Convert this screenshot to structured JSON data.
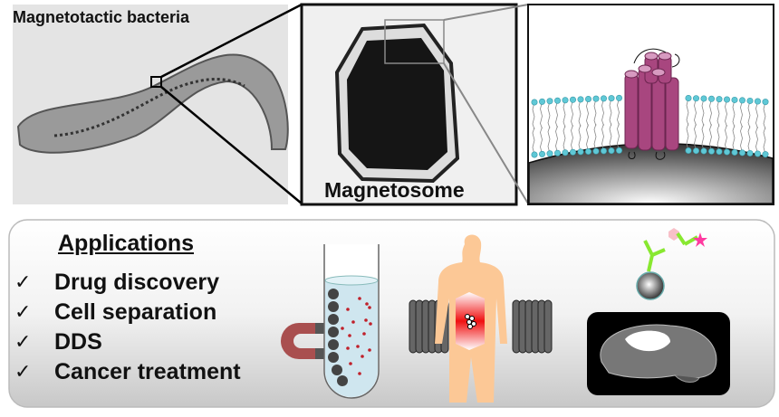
{
  "top": {
    "bacteria_label": "Magnetotactic bacteria",
    "magnetosome_label": "Magnetosome"
  },
  "applications": {
    "title": "Applications",
    "check_icon": "check-mark-icon",
    "items": [
      {
        "label": "Drug discovery"
      },
      {
        "label": "Cell separation"
      },
      {
        "label": "DDS"
      },
      {
        "label": "Cancer treatment"
      }
    ]
  },
  "colors": {
    "protein": "#a8467f",
    "lipid_head": "#5fc8d6",
    "magnet": "#a94f4f",
    "body": "#fcc896",
    "antibody": "#88e830",
    "star": "#ff3aa0"
  }
}
